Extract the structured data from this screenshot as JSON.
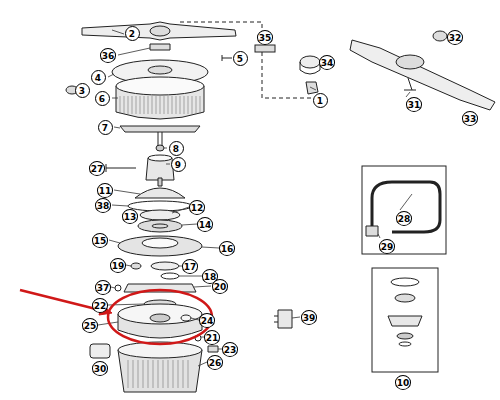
{
  "diagram": {
    "labels": [
      "2",
      "35",
      "32",
      "36",
      "5",
      "34",
      "4",
      "3",
      "1",
      "6",
      "31",
      "33",
      "7",
      "8",
      "9",
      "27",
      "11",
      "38",
      "12",
      "28",
      "14",
      "13",
      "15",
      "29",
      "16",
      "19",
      "17",
      "18",
      "20",
      "37",
      "22",
      "39",
      "24",
      "25",
      "21",
      "23",
      "30",
      "26",
      "10"
    ]
  }
}
